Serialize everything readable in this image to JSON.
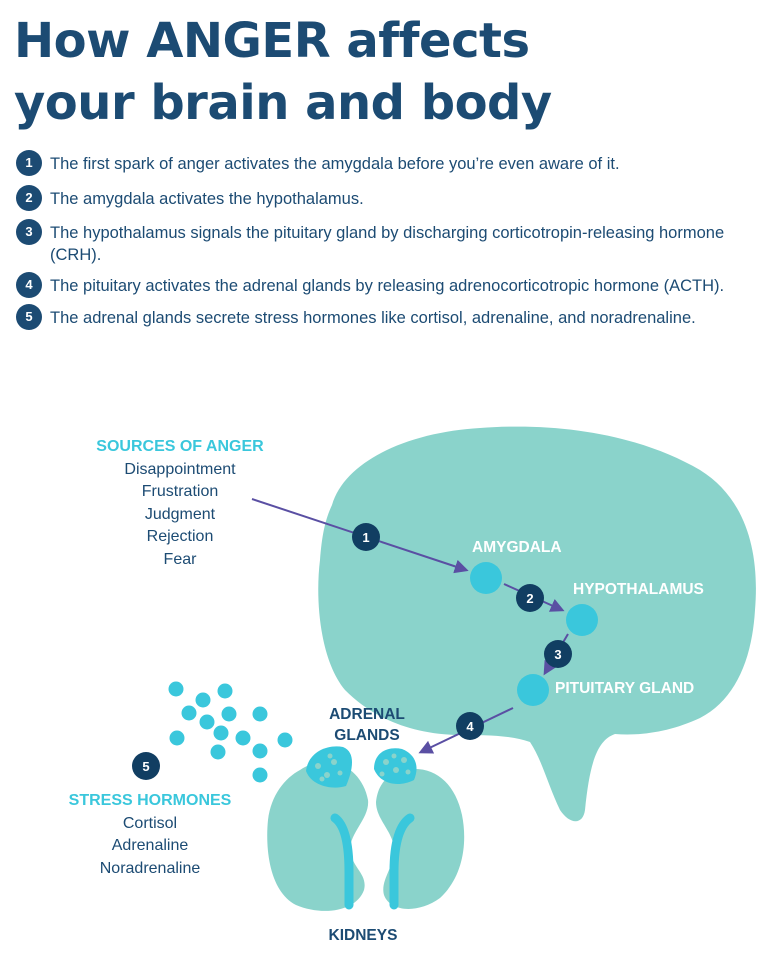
{
  "title": {
    "line1": "How ANGER affects",
    "line2": "your brain and body"
  },
  "steps": [
    {
      "num": "1",
      "text": "The first spark of anger activates the amygdala before you’re even aware of it."
    },
    {
      "num": "2",
      "text": "The amygdala activates the hypothalamus."
    },
    {
      "num": "3",
      "text": "The hypothalamus signals the pituitary gland by discharging corticotropin-releasing hormone (CRH)."
    },
    {
      "num": "4",
      "text": "The pituitary activates the adrenal glands by releasing adrenocorticotropic hormone (ACTH)."
    },
    {
      "num": "5",
      "text": "The adrenal glands secrete stress hormones like cortisol, adrenaline, and noradrenaline."
    }
  ],
  "diagram": {
    "sources": {
      "heading": "SOURCES OF ANGER",
      "items": [
        "Disappointment",
        "Frustration",
        "Judgment",
        "Rejection",
        "Fear"
      ]
    },
    "brain_labels": {
      "amygdala": "AMYGDALA",
      "hypothalamus": "HYPOTHALAMUS",
      "pituitary": "PITUITARY GLAND"
    },
    "adrenal_label": {
      "line1": "ADRENAL",
      "line2": "GLANDS"
    },
    "kidneys_label": "KIDNEYS",
    "badges": [
      "1",
      "2",
      "3",
      "4",
      "5"
    ],
    "stress": {
      "heading": "STRESS HORMONES",
      "items": [
        "Cortisol",
        "Adrenaline",
        "Noradrenaline"
      ]
    },
    "colors": {
      "navy": "#1c4b73",
      "badge": "#113e62",
      "brain": "#8ad3cb",
      "dot": "#3ac7dc",
      "arrow": "#5a4fa3"
    }
  }
}
